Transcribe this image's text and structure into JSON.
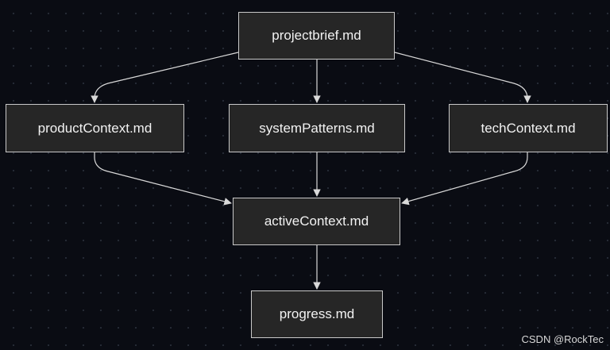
{
  "diagram": {
    "nodes": [
      {
        "id": "projectbrief",
        "label": "projectbrief.md"
      },
      {
        "id": "productContext",
        "label": "productContext.md"
      },
      {
        "id": "systemPatterns",
        "label": "systemPatterns.md"
      },
      {
        "id": "techContext",
        "label": "techContext.md"
      },
      {
        "id": "activeContext",
        "label": "activeContext.md"
      },
      {
        "id": "progress",
        "label": "progress.md"
      }
    ],
    "edges": [
      {
        "from": "projectbrief",
        "to": "productContext"
      },
      {
        "from": "projectbrief",
        "to": "systemPatterns"
      },
      {
        "from": "projectbrief",
        "to": "techContext"
      },
      {
        "from": "productContext",
        "to": "activeContext"
      },
      {
        "from": "systemPatterns",
        "to": "activeContext"
      },
      {
        "from": "techContext",
        "to": "activeContext"
      },
      {
        "from": "activeContext",
        "to": "progress"
      }
    ],
    "colors": {
      "background": "#0a0c13",
      "node_fill": "#262626",
      "node_border": "#c9c9c9",
      "node_text": "#f2f2f2",
      "edge": "#d9d9d9"
    }
  },
  "watermark": "CSDN @RockTec"
}
